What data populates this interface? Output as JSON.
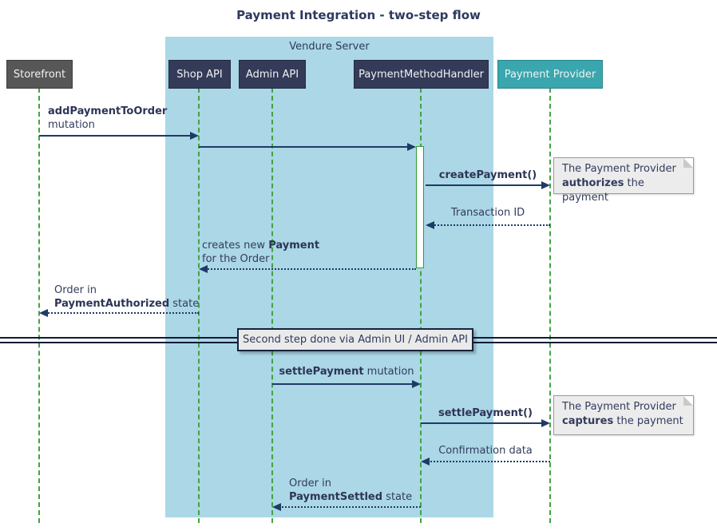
{
  "title": "Payment Integration - two-step flow",
  "frame": {
    "label": "Vendure Server"
  },
  "participants": {
    "storefront": "Storefront",
    "shop_api": "Shop API",
    "admin_api": "Admin API",
    "handler": "PaymentMethodHandler",
    "provider": "Payment Provider"
  },
  "messages": {
    "add_payment": {
      "bold": "addPaymentToOrder",
      "plain": "mutation"
    },
    "create_payment": {
      "bold": "createPayment()"
    },
    "transaction_id": {
      "plain": "Transaction ID"
    },
    "creates_payment": {
      "pre": "creates new ",
      "bold": "Payment",
      "line2": "for the Order"
    },
    "order_authorized": {
      "line1": "Order in",
      "bold": "PaymentAuthorized",
      "post": " state"
    },
    "settle_mutation": {
      "bold": "settlePayment",
      "post": " mutation"
    },
    "settle_call": {
      "bold": "settlePayment()"
    },
    "confirmation": {
      "plain": "Confirmation data"
    },
    "order_settled": {
      "line1": "Order in",
      "bold": "PaymentSettled",
      "post": " state"
    }
  },
  "divider": {
    "label": "Second step done via Admin UI / Admin API"
  },
  "notes": {
    "authorize": {
      "line1": "The Payment Provider",
      "bold": "authorizes",
      "post": " the payment"
    },
    "capture": {
      "line1": "The Payment Provider",
      "bold": "captures",
      "post": " the payment"
    }
  },
  "colors": {
    "frame_fill": "#abd7e6",
    "participant_navy": "#343b59",
    "participant_gray": "#575757",
    "participant_teal": "#3aa6ad",
    "lifeline_green": "#43a343",
    "arrow_navy": "#1e3a66",
    "text_navy": "#333c5e",
    "note_fill": "#ececec",
    "divider_fill": "#eaeaea"
  }
}
